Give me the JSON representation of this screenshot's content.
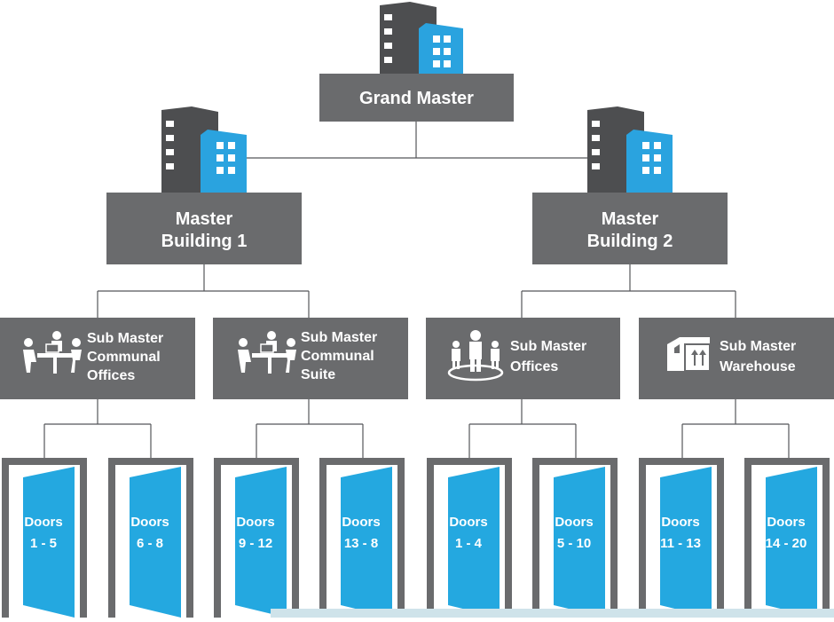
{
  "colors": {
    "box": "#6a6b6d",
    "line": "#55565a",
    "building_dark": "#4d4e50",
    "building_blue": "#2aa3df",
    "door_blue": "#24a8e0",
    "frame": "#6a6b6d"
  },
  "grand_master": {
    "label": "Grand Master",
    "icon": "building-icon"
  },
  "masters": [
    {
      "lines": [
        "Master",
        "Building 1"
      ],
      "icon": "building-icon",
      "subs": [
        {
          "lines": [
            "Sub Master",
            "Communal",
            "Offices"
          ],
          "icon": "meeting-people-icon",
          "doors": [
            {
              "l1": "Doors",
              "l2": "1 - 5"
            },
            {
              "l1": "Doors",
              "l2": "6 - 8"
            }
          ]
        },
        {
          "lines": [
            "Sub Master",
            "Communal",
            "Suite"
          ],
          "icon": "meeting-people-icon",
          "doors": [
            {
              "l1": "Doors",
              "l2": "9 - 12"
            },
            {
              "l1": "Doors",
              "l2": "13 - 8"
            }
          ]
        }
      ]
    },
    {
      "lines": [
        "Master",
        "Building 2"
      ],
      "icon": "building-icon",
      "subs": [
        {
          "lines": [
            "Sub Master",
            "Offices"
          ],
          "icon": "team-people-icon",
          "doors": [
            {
              "l1": "Doors",
              "l2": "1 - 4"
            },
            {
              "l1": "Doors",
              "l2": "5 - 10"
            }
          ]
        },
        {
          "lines": [
            "Sub Master",
            "Warehouse"
          ],
          "icon": "warehouse-box-icon",
          "doors": [
            {
              "l1": "Doors",
              "l2": "11 - 13"
            },
            {
              "l1": "Doors",
              "l2": "14 - 20"
            }
          ]
        }
      ]
    }
  ]
}
